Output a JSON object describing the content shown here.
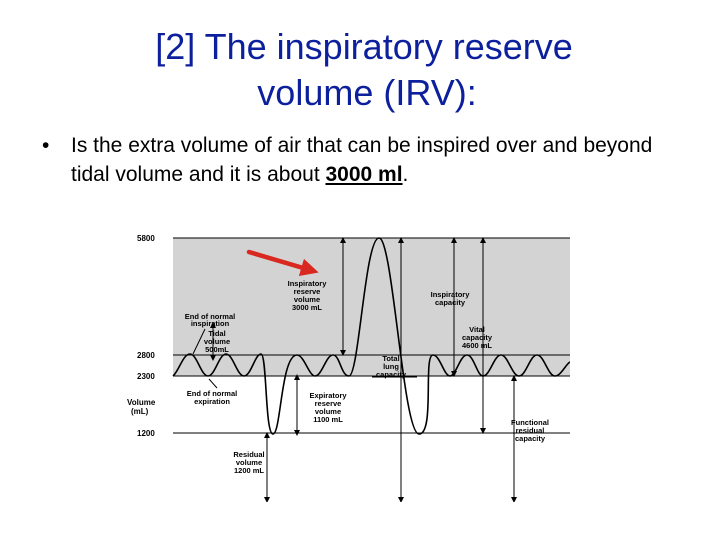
{
  "slide": {
    "title_line1": "[2] The inspiratory reserve",
    "title_line2": "volume (IRV):",
    "bullet_symbol": "•",
    "bullet_text": "Is the extra volume of air that can be inspired over and beyond tidal volume and it is about ",
    "bullet_value": "3000 ml",
    "bullet_end": "."
  },
  "diagram": {
    "y_axis_label": [
      "Volume",
      "(mL)"
    ],
    "y_ticks": [
      "5800",
      "2800",
      "2300",
      "1200"
    ],
    "labels": {
      "inspiratory_reserve_volume": [
        "Inspiratory",
        "reserve",
        "volume",
        "3000 mL"
      ],
      "end_normal_inspiration": [
        "End of normal",
        "inspiration"
      ],
      "tidal_volume": [
        "Tidal",
        "volume",
        "500mL"
      ],
      "end_normal_expiration": [
        "End of normal",
        "expiration"
      ],
      "residual_volume": [
        "Residual",
        "volume",
        "1200 mL"
      ],
      "expiratory_reserve_volume": [
        "Expiratory",
        "reserve",
        "volume",
        "1100 mL"
      ],
      "total_lung_capacity": [
        "Total",
        "lung",
        "capacity"
      ],
      "inspiratory_capacity": [
        "Inspiratory",
        "capacity"
      ],
      "vital_capacity": [
        "Vital",
        "capacity",
        "4600 mL"
      ],
      "functional_residual_capacity": [
        "Functional",
        "residual",
        "capacity"
      ]
    },
    "colors": {
      "upper_zone": "#d3d3d3",
      "lower_zone": "#ffffff",
      "arrow": "#d8281f",
      "title": "#0c1f9c"
    }
  }
}
